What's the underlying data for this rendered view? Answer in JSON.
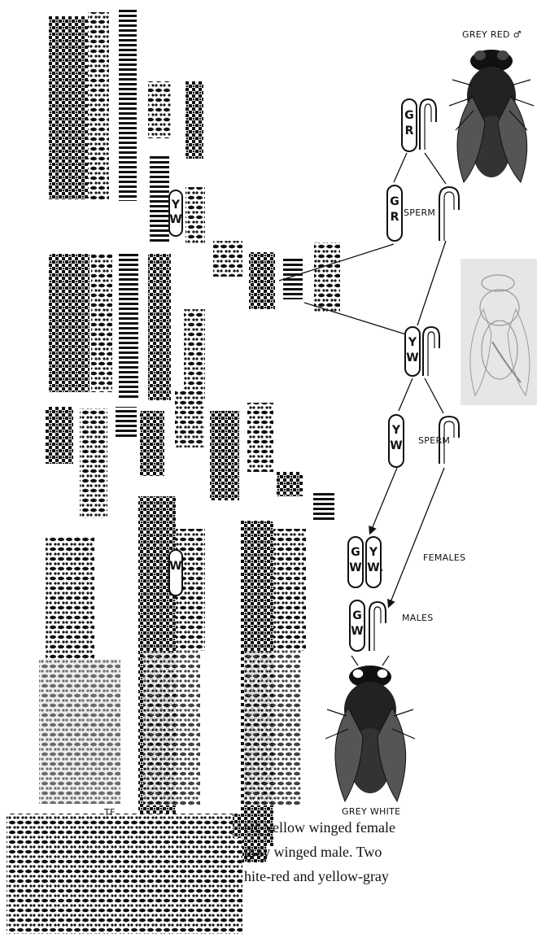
{
  "labels": {
    "parent_male": "GREY RED ♂",
    "sperm_top": "SPERM",
    "sperm_mid": "SPERM",
    "females": "FEMALES",
    "males": "MALES",
    "offspring_male": "GREY WHITE",
    "figure_tag": "TF"
  },
  "chromosome_letters": {
    "gray": "G",
    "red": "R",
    "yellow": "Y",
    "white": "W"
  },
  "caption": {
    "line1": "ed, yellow winged female",
    "line2": "gray winged male.  Two",
    "line3": "hite-red and yellow-gray"
  },
  "colors": {
    "ink": "#111111",
    "faded_fly_bg": "#e6e6e6",
    "faded_fly_line": "#9a9a9a"
  }
}
